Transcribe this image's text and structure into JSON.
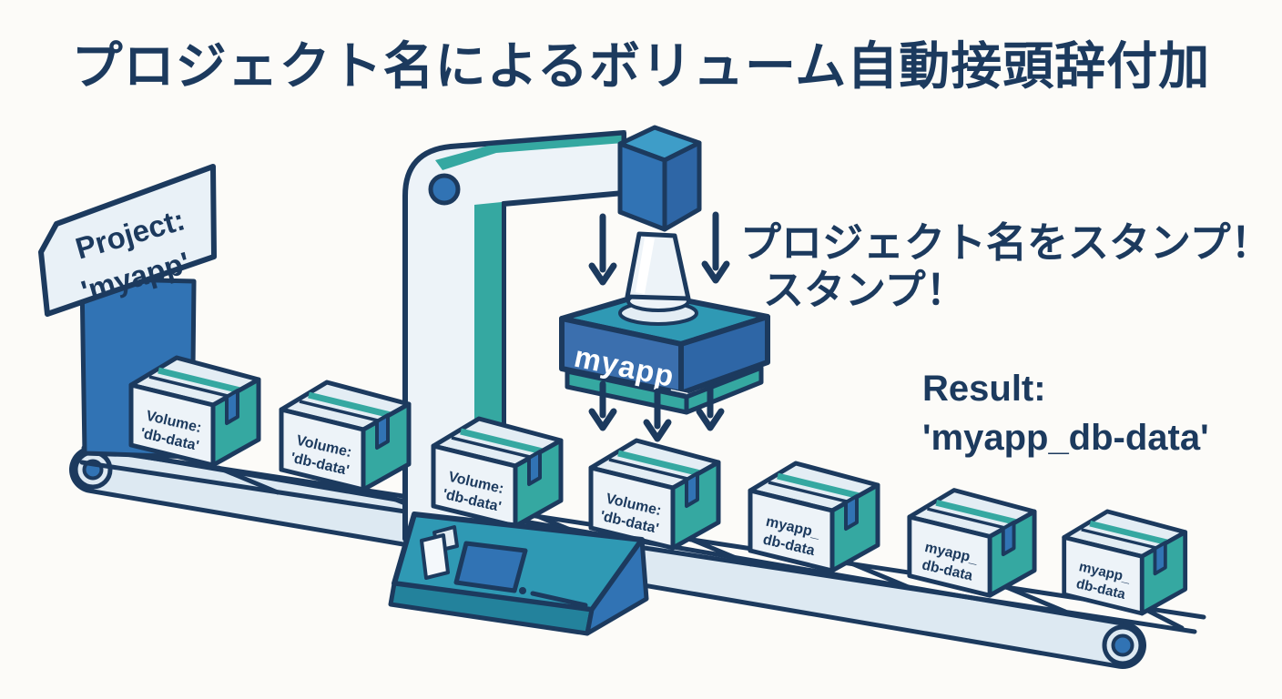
{
  "title": "プロジェクト名によるボリューム自動接頭辞付加",
  "flag": {
    "line1": "Project:",
    "line2": "'myapp'"
  },
  "robot": {
    "stamp_label": "myapp_"
  },
  "annotations": {
    "stamp_note_line1": "プロジェクト名をスタンプ！",
    "stamp_note_line2": "スタンプ！",
    "result_heading": "Result:",
    "result_value": "'myapp_db-data'"
  },
  "conveyor": {
    "boxes": [
      {
        "line1": "Volume:",
        "line2": "'db-data'"
      },
      {
        "line1": "Volume:",
        "line2": "'db-data'"
      },
      {
        "line1": "Volume:",
        "line2": "'db-data'"
      },
      {
        "line1": "Volume:",
        "line2": "'db-data'"
      },
      {
        "line1": "myapp_",
        "line2": "db-data"
      },
      {
        "line1": "myapp_",
        "line2": "db-data"
      },
      {
        "line1": "myapp_",
        "line2": "db-data"
      }
    ]
  },
  "colors": {
    "background": "#fcfbf8",
    "navy": "#1c3a5e",
    "teal": "#35a8a1",
    "teal_blue": "#2f99b4",
    "blue": "#3173b4",
    "box_face": "#edf3f8",
    "belt_band": "#dde9f2",
    "banner": "#e9f1f7"
  }
}
